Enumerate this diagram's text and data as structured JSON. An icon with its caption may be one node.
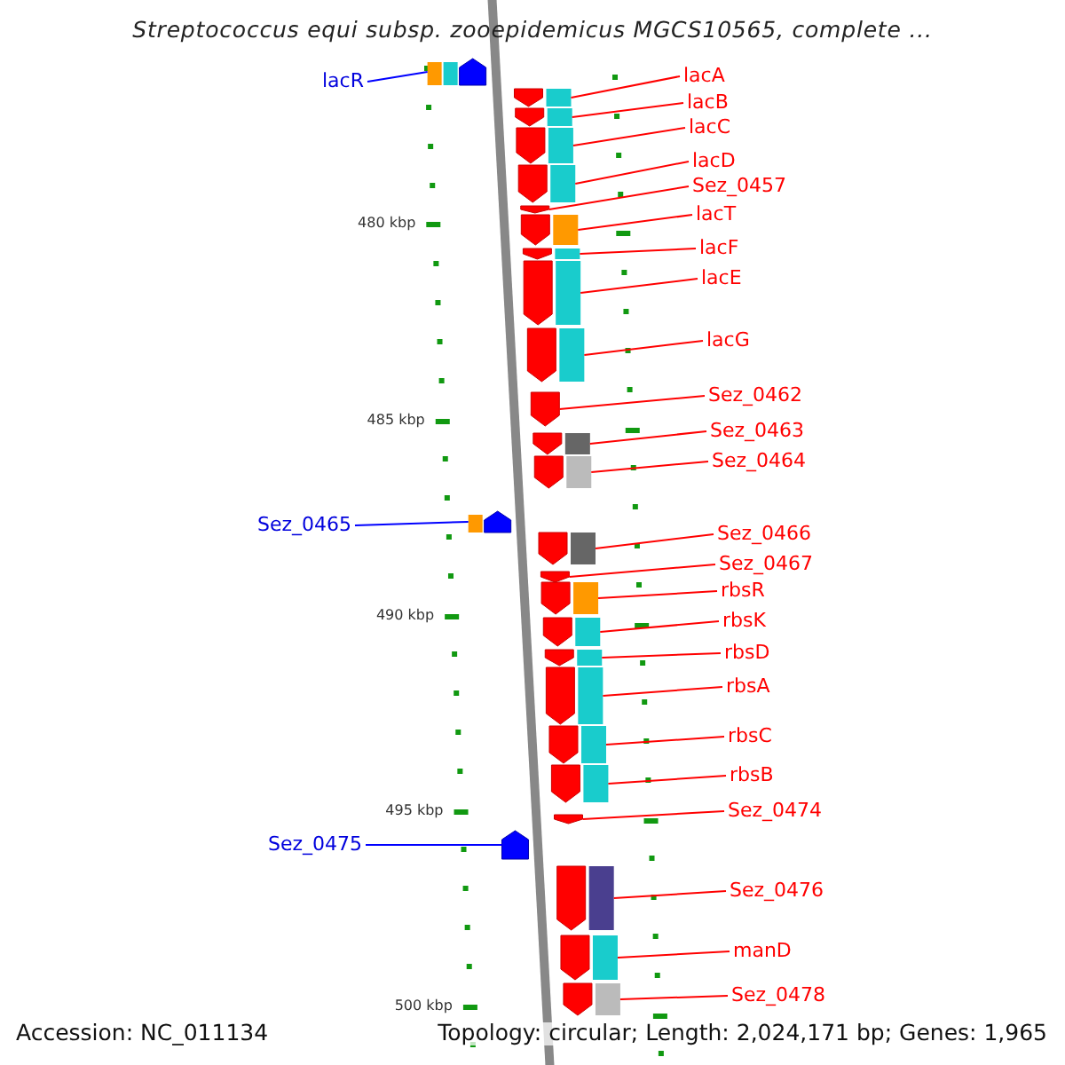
{
  "diagram": {
    "title": "Streptococcus equi subsp. zooepidemicus MGCS10565, complete ...",
    "nodes": [
      {
        "text": [
          "lacR"
        ]
      },
      {
        "text": [],
        "shape": "arrow"
      },
      {
        "text": [
          "lacA"
        ]
      },
      {
        "text": [],
        "shape": "arrow"
      },
      {
        "text": [
          "lacB"
        ]
      },
      {
        "text": [],
        "shape": "arrow"
      },
      {
        "text": [
          "lacC"
        ]
      },
      {
        "text": [],
        "shape": "arrow"
      },
      {
        "text": [
          "lacD"
        ]
      },
      {
        "text": [],
        "shape": "arrow"
      },
      {
        "text": [
          "Sez_0457"
        ]
      },
      {
        "text": [],
        "shape": "arrow"
      },
      {
        "text": [
          "lacT"
        ]
      },
      {
        "text": [],
        "shape": "arrow"
      },
      {
        "text": [
          "lacF"
        ]
      },
      {
        "text": [],
        "shape": "arrow"
      },
      {
        "text": [
          "lacE"
        ]
      },
      {
        "text": [],
        "shape": "arrow"
      },
      {
        "text": [
          "lacG"
        ]
      },
      {
        "text": [],
        "shape": "arrow"
      },
      {
        "text": [
          "Sez_0462"
        ]
      },
      {
        "text": [],
        "shape": "arrow"
      },
      {
        "text": [
          "Sez_0463"
        ]
      },
      {
        "text": [],
        "shape": "arrow"
      },
      {
        "text": [
          "Sez_0464"
        ]
      },
      {
        "text": [],
        "shape": "arrow"
      },
      {
        "text": [
          "Sez_0465"
        ]
      },
      {
        "text": [],
        "shape": "arrow"
      },
      {
        "text": [
          "Sez_0466"
        ]
      },
      {
        "text": [],
        "shape": "arrow"
      },
      {
        "text": [
          "Sez_0467"
        ]
      },
      {
        "text": [],
        "shape": "arrow"
      },
      {
        "text": [
          "rbsR"
        ]
      },
      {
        "text": [],
        "shape": "arrow"
      },
      {
        "text": [
          "rbsK"
        ]
      },
      {
        "text": [],
        "shape": "arrow"
      },
      {
        "text": [
          "rbsD"
        ]
      },
      {
        "text": [],
        "shape": "arrow"
      },
      {
        "text": [
          "rbsA"
        ]
      },
      {
        "text": [],
        "shape": "arrow"
      },
      {
        "text": [
          "rbsC"
        ]
      },
      {
        "text": [],
        "shape": "arrow"
      },
      {
        "text": [
          "rbsB"
        ]
      },
      {
        "text": [],
        "shape": "arrow"
      },
      {
        "text": [
          "Sez_0474"
        ]
      },
      {
        "text": [],
        "shape": "arrow"
      },
      {
        "text": [
          "Sez_0475"
        ]
      },
      {
        "text": [],
        "shape": "arrow"
      },
      {
        "text": [
          "Sez_0476"
        ]
      },
      {
        "text": [],
        "shape": "arrow"
      },
      {
        "text": [
          "manD"
        ]
      },
      {
        "text": [],
        "shape": "arrow"
      },
      {
        "text": [
          "Sez_0478"
        ]
      },
      {
        "text": [],
        "shape": "arrow"
      }
    ],
    "edges": [
      {
        "from": 0,
        "to": 1,
        "arrow": "none",
        "color": "#0000ff"
      },
      {
        "from": 2,
        "to": 3,
        "arrow": "none"
      },
      {
        "from": 4,
        "to": 5,
        "arrow": "none"
      },
      {
        "from": 6,
        "to": 7,
        "arrow": "none"
      },
      {
        "from": 8,
        "to": 9,
        "arrow": "none"
      },
      {
        "from": 10,
        "to": 11,
        "arrow": "none"
      },
      {
        "from": 12,
        "to": 13,
        "arrow": "none"
      },
      {
        "from": 14,
        "to": 15,
        "arrow": "none"
      },
      {
        "from": 16,
        "to": 17,
        "arrow": "none"
      },
      {
        "from": 18,
        "to": 19,
        "arrow": "none"
      },
      {
        "from": 20,
        "to": 21,
        "arrow": "none"
      },
      {
        "from": 22,
        "to": 23,
        "arrow": "none"
      },
      {
        "from": 24,
        "to": 25,
        "arrow": "none"
      },
      {
        "from": 26,
        "to": 27,
        "arrow": "none",
        "color": "#0000ff"
      },
      {
        "from": 28,
        "to": 29,
        "arrow": "none"
      },
      {
        "from": 30,
        "to": 31,
        "arrow": "none"
      },
      {
        "from": 32,
        "to": 33,
        "arrow": "none"
      },
      {
        "from": 34,
        "to": 35,
        "arrow": "none"
      },
      {
        "from": 36,
        "to": 37,
        "arrow": "none"
      },
      {
        "from": 38,
        "to": 39,
        "arrow": "none"
      },
      {
        "from": 40,
        "to": 41,
        "arrow": "none"
      },
      {
        "from": 42,
        "to": 43,
        "arrow": "none"
      },
      {
        "from": 44,
        "to": 45,
        "arrow": "none"
      },
      {
        "from": 46,
        "to": 47,
        "arrow": "none",
        "color": "#0000ff"
      },
      {
        "from": 48,
        "to": 49,
        "arrow": "none"
      },
      {
        "from": 50,
        "to": 51,
        "arrow": "none"
      },
      {
        "from": 52,
        "to": 53,
        "arrow": "none"
      }
    ],
    "labels": [
      "480 kbp",
      "485 kbp",
      "490 kbp",
      "495 kbp",
      "500 kbp",
      "Accession: NC_011134",
      "Topology: circular; Length: 2,024,171 bp; Genes: 1,965"
    ]
  }
}
